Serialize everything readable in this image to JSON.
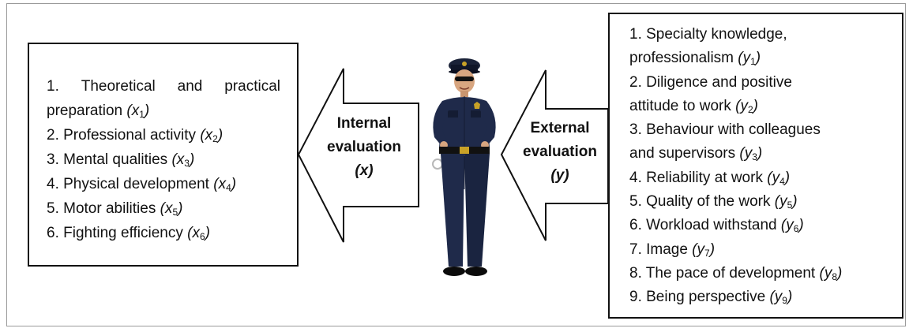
{
  "internal_arrow": {
    "line1": "Internal",
    "line2": "evaluation",
    "var": "(x)"
  },
  "external_arrow": {
    "line1": "External",
    "line2": "evaluation",
    "var": "(y)"
  },
  "internal_items": [
    {
      "num": "1.",
      "words": [
        "Theoretical",
        "and",
        "practical"
      ],
      "cont": "preparation",
      "var": "x",
      "sub": "1"
    },
    {
      "label": "2. Professional activity",
      "var": "x",
      "sub": "2"
    },
    {
      "label": "3. Mental qualities",
      "var": "x",
      "sub": "3"
    },
    {
      "label": "4. Physical development",
      "var": "x",
      "sub": "4"
    },
    {
      "label": "5. Motor abilities",
      "var": "x",
      "sub": "5"
    },
    {
      "label": "6. Fighting efficiency",
      "var": "x",
      "sub": "6"
    }
  ],
  "external_items": [
    {
      "label": "1. Specialty knowledge,",
      "cont": "professionalism",
      "var": "y",
      "sub": "1"
    },
    {
      "label": "2. Diligence and positive",
      "cont": "attitude to work",
      "var": "y",
      "sub": "2"
    },
    {
      "label": "3. Behaviour with colleagues",
      "cont": "and supervisors",
      "var": "y",
      "sub": "3"
    },
    {
      "label": "4. Reliability at work",
      "var": "y",
      "sub": "4"
    },
    {
      "label": "5. Quality of the work",
      "var": "y",
      "sub": "5"
    },
    {
      "label": "6. Workload withstand",
      "var": "y",
      "sub": "6"
    },
    {
      "label": "7. Image",
      "var": "y",
      "sub": "7"
    },
    {
      "label": "8. The pace of development",
      "var": "y",
      "sub": "8"
    },
    {
      "label": "9. Being perspective",
      "var": "y",
      "sub": "9"
    }
  ],
  "colors": {
    "uniform": "#1f2a4a",
    "uniform_dark": "#141c33",
    "border": "#111111",
    "frame": "#9a9a9a"
  },
  "image": "police-officer-figure"
}
